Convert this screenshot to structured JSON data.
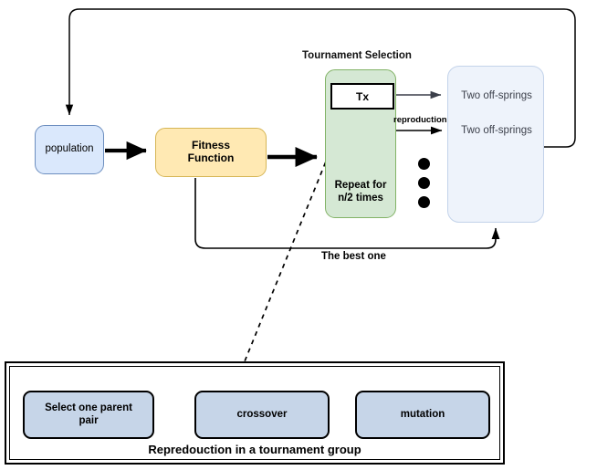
{
  "diagram": {
    "title_label": "Tournament Selection",
    "nodes": {
      "population": "population",
      "fitness_function": "Fitness\nFunction",
      "fitness_function_line1": "Fitness",
      "fitness_function_line2": "Function",
      "tx": "Tx",
      "repeat_line1": "Repeat for",
      "repeat_line2": "n/2 times",
      "offspring_1": "Two off-springs",
      "offspring_2": "Two off-springs"
    },
    "edge_labels": {
      "reproduction": "reproduction",
      "best_one": "The best one"
    },
    "ellipsis_dots": 3,
    "colors": {
      "population_fill": "#dae8fc",
      "population_stroke": "#6c8ebf",
      "fitness_fill": "#ffe9b3",
      "fitness_stroke": "#d6b656",
      "tournament_fill": "#d5e8d4",
      "tournament_stroke": "#82b366",
      "offspring_fill": "#eef3fb",
      "offspring_stroke": "#c3d3ea",
      "panel_box_fill": "#c6d5e8",
      "panel_box_stroke": "#000000",
      "arrow_stroke": "#000000",
      "offspring_text": "#3b3f4a"
    }
  },
  "detail_panel": {
    "caption": "Repredouction in a tournament group",
    "steps": [
      {
        "label": "Select one parent\npair",
        "line1": "Select one parent",
        "line2": "pair"
      },
      {
        "label": "crossover",
        "line1": "crossover",
        "line2": ""
      },
      {
        "label": "mutation",
        "line1": "mutation",
        "line2": ""
      }
    ]
  }
}
